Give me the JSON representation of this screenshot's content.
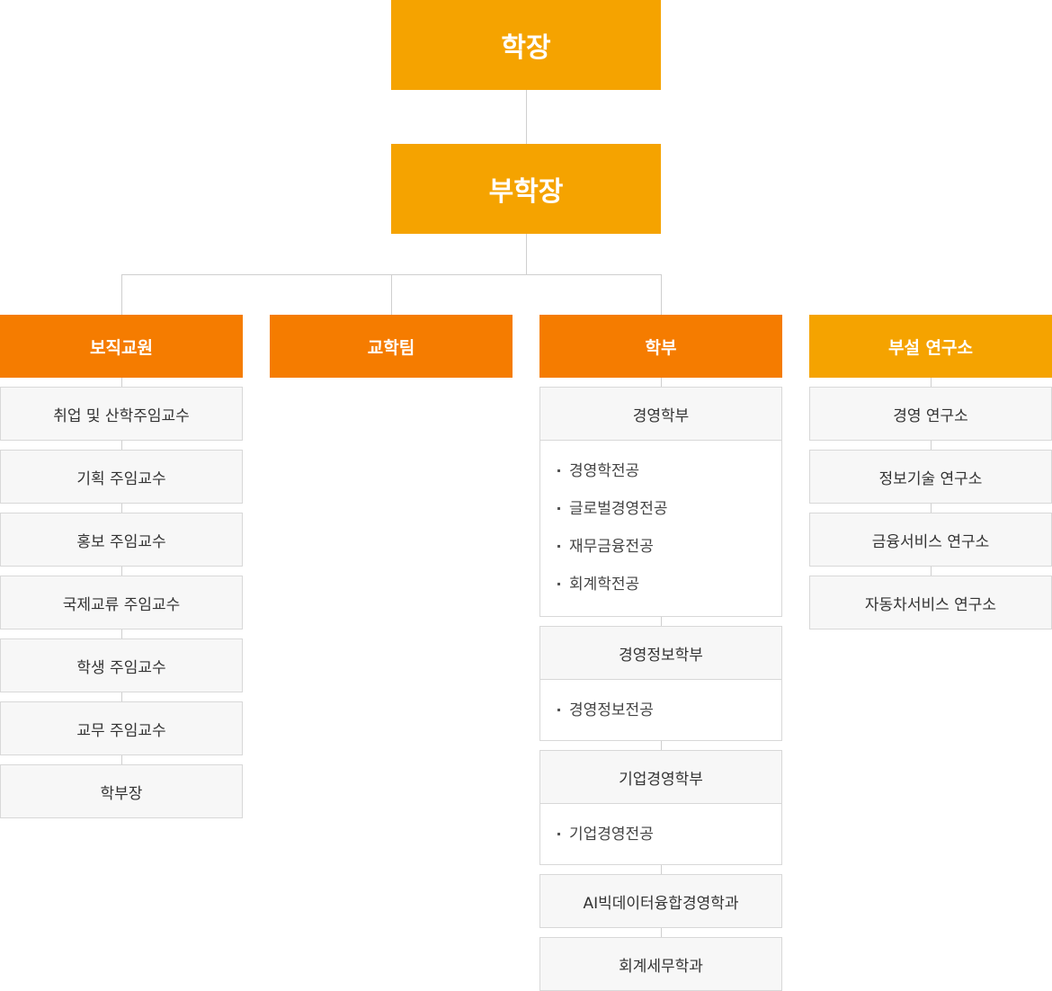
{
  "top": {
    "president": "학장",
    "vice_president": "부학장"
  },
  "columns": {
    "faculty": {
      "title": "보직교원",
      "items": [
        "취업 및 산학주임교수",
        "기획 주임교수",
        "홍보 주임교수",
        "국제교류 주임교수",
        "학생 주임교수",
        "교무 주임교수",
        "학부장"
      ]
    },
    "academic_team": {
      "title": "교학팀"
    },
    "divisions": {
      "title": "학부",
      "groups": [
        {
          "name": "경영학부",
          "majors": [
            "경영학전공",
            "글로벌경영전공",
            "재무금융전공",
            "회계학전공"
          ]
        },
        {
          "name": "경영정보학부",
          "majors": [
            "경영정보전공"
          ]
        },
        {
          "name": "기업경영학부",
          "majors": [
            "기업경영전공"
          ]
        },
        {
          "name": "AI빅데이터융합경영학과",
          "majors": []
        },
        {
          "name": "회계세무학과",
          "majors": []
        }
      ]
    },
    "institutes": {
      "title": "부설 연구소",
      "items": [
        "경영 연구소",
        "정보기술 연구소",
        "금융서비스 연구소",
        "자동차서비스 연구소"
      ]
    }
  },
  "colors": {
    "orange_dark": "#f57c00",
    "orange_light": "#f5a300",
    "box_border": "#d8d8d8",
    "box_fill": "#f7f7f7",
    "connector": "#cfcfcf"
  }
}
